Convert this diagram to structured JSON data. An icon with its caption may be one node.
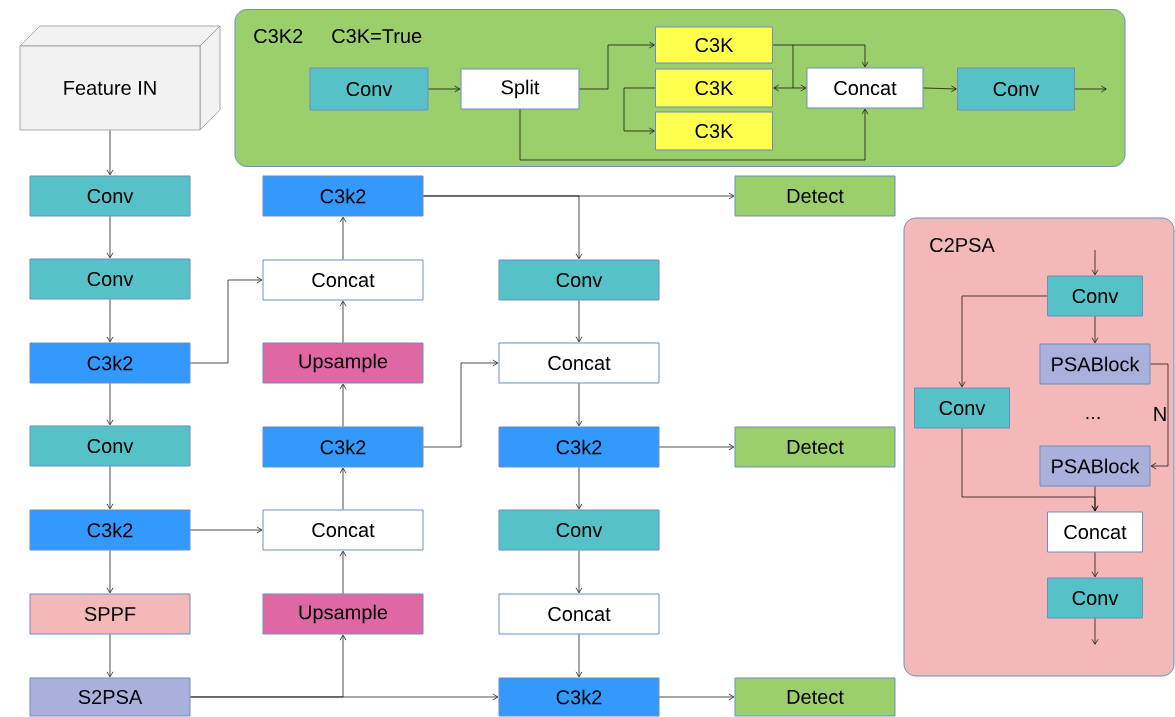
{
  "diagram": {
    "nodes": [
      {
        "text": [
          "Feature IN"
        ]
      },
      {
        "text": [
          "Conv"
        ]
      },
      {
        "text": [
          "Conv"
        ]
      },
      {
        "text": [
          "C3k2"
        ]
      },
      {
        "text": [
          "Conv"
        ]
      },
      {
        "text": [
          "C3k2"
        ]
      },
      {
        "text": [
          "SPPF"
        ]
      },
      {
        "text": [
          "S2PSA"
        ]
      },
      {
        "text": [
          "C3k2"
        ]
      },
      {
        "text": [
          "Concat"
        ]
      },
      {
        "text": [
          "Upsample"
        ]
      },
      {
        "text": [
          "C3k2"
        ]
      },
      {
        "text": [
          "Concat"
        ]
      },
      {
        "text": [
          "Upsample"
        ]
      },
      {
        "text": [
          "Conv"
        ]
      },
      {
        "text": [
          "Concat"
        ]
      },
      {
        "text": [
          "C3k2"
        ]
      },
      {
        "text": [
          "Conv"
        ]
      },
      {
        "text": [
          "Concat"
        ]
      },
      {
        "text": [
          "C3k2"
        ]
      },
      {
        "text": [
          "Detect"
        ]
      },
      {
        "text": [
          "Detect"
        ]
      },
      {
        "text": [
          "Detect"
        ]
      },
      {
        "text": [
          "C3K2",
          "C3K=True"
        ]
      },
      {
        "text": [
          "Conv"
        ],
        "in": 23
      },
      {
        "text": [
          "Split"
        ],
        "in": 23
      },
      {
        "text": [
          "C3K"
        ],
        "in": 23
      },
      {
        "text": [
          "C3K"
        ],
        "in": 23
      },
      {
        "text": [
          "C3K"
        ],
        "in": 23
      },
      {
        "text": [
          "Concat"
        ],
        "in": 23
      },
      {
        "text": [
          "Conv"
        ],
        "in": 23
      },
      {
        "text": [
          "C2PSA"
        ]
      },
      {
        "text": [
          "Conv"
        ],
        "in": 31
      },
      {
        "text": [
          "PSABlock"
        ],
        "in": 31
      },
      {
        "text": [
          "Conv"
        ],
        "in": 31
      },
      {
        "text": [
          "PSABlock"
        ],
        "in": 31
      },
      {
        "text": [
          "Concat"
        ],
        "in": 31
      },
      {
        "text": [
          "Conv"
        ],
        "in": 31
      }
    ],
    "edges": [
      {
        "from": 0,
        "to": 1,
        "arrow": "to"
      },
      {
        "from": 1,
        "to": 2,
        "arrow": "to"
      },
      {
        "from": 2,
        "to": 3,
        "arrow": "to"
      },
      {
        "from": 3,
        "to": 4,
        "arrow": "to"
      },
      {
        "from": 4,
        "to": 5,
        "arrow": "to"
      },
      {
        "from": 5,
        "to": 6,
        "arrow": "to"
      },
      {
        "from": 6,
        "to": 7,
        "arrow": "to"
      },
      {
        "from": 3,
        "to": 9,
        "arrow": "to"
      },
      {
        "from": 5,
        "to": 12,
        "arrow": "to"
      },
      {
        "from": 7,
        "to": 13,
        "arrow": "to"
      },
      {
        "from": 7,
        "to": 19,
        "arrow": "to"
      },
      {
        "from": 13,
        "to": 12,
        "arrow": "to"
      },
      {
        "from": 12,
        "to": 11,
        "arrow": "to"
      },
      {
        "from": 11,
        "to": 10,
        "arrow": "to"
      },
      {
        "from": 10,
        "to": 9,
        "arrow": "to"
      },
      {
        "from": 9,
        "to": 8,
        "arrow": "to"
      },
      {
        "from": 11,
        "to": 15,
        "arrow": "to"
      },
      {
        "from": 8,
        "to": 20,
        "arrow": "to"
      },
      {
        "from": 8,
        "to": 14,
        "arrow": "to"
      },
      {
        "from": 14,
        "to": 15,
        "arrow": "to"
      },
      {
        "from": 15,
        "to": 16,
        "arrow": "to"
      },
      {
        "from": 16,
        "to": 17,
        "arrow": "to"
      },
      {
        "from": 17,
        "to": 18,
        "arrow": "to"
      },
      {
        "from": 18,
        "to": 19,
        "arrow": "to"
      },
      {
        "from": 16,
        "to": 21,
        "arrow": "to"
      },
      {
        "from": 19,
        "to": 22,
        "arrow": "to"
      },
      {
        "from": 24,
        "to": 25,
        "arrow": "to"
      },
      {
        "from": 25,
        "to": 26,
        "arrow": "to"
      },
      {
        "from": 25,
        "to": 29,
        "arrow": "to"
      },
      {
        "from": 26,
        "to": 29,
        "arrow": "to"
      },
      {
        "from": 27,
        "to": 29,
        "arrow": "both"
      },
      {
        "from": 27,
        "to": 28,
        "arrow": "to"
      },
      {
        "from": 29,
        "to": 30,
        "arrow": "to"
      },
      {
        "from": 30,
        "to": null,
        "arrow": "to"
      },
      {
        "from": null,
        "to": 32,
        "arrow": "to"
      },
      {
        "from": 32,
        "to": 33,
        "arrow": "to"
      },
      {
        "from": 32,
        "to": 34,
        "arrow": "to"
      },
      {
        "from": 33,
        "to": 35,
        "arrow": "to"
      },
      {
        "from": 35,
        "to": 36,
        "arrow": "to"
      },
      {
        "from": 34,
        "to": 36,
        "arrow": "to"
      },
      {
        "from": 36,
        "to": 37,
        "arrow": "to"
      },
      {
        "from": 37,
        "to": null,
        "arrow": "to"
      }
    ],
    "labels": [
      "...",
      "N"
    ]
  }
}
